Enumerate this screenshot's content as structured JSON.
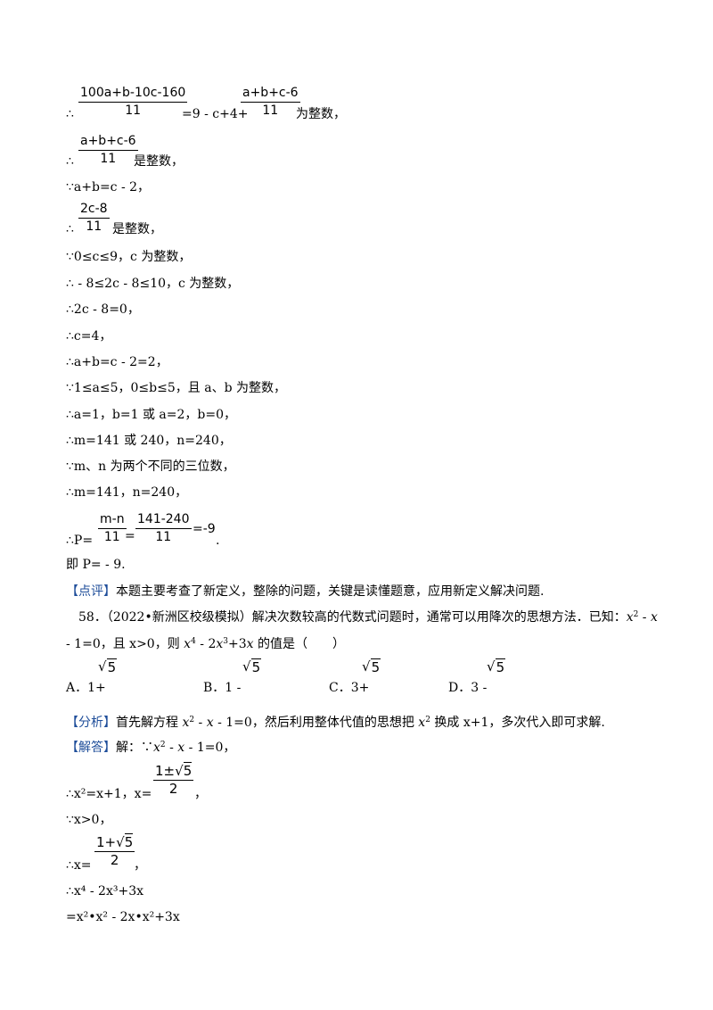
{
  "therefore": "∴",
  "because": "∵",
  "frac1": {
    "num": "100a+b-10c-160",
    "den": "11"
  },
  "line1_mid": "=9 - c+4+",
  "frac2": {
    "num": "a+b+c-6",
    "den": "11"
  },
  "line1_end": "为整数，",
  "frac3": {
    "num": "a+b+c-6",
    "den": "11"
  },
  "line2_end": "是整数，",
  "line3": "∵a+b=c - 2，",
  "frac4": {
    "num": "2c-8",
    "den": "11"
  },
  "line4_end": "是整数，",
  "line5": "∵0≤c≤9，c 为整数，",
  "line6": "∴ - 8≤2c - 8≤10，c 为整数，",
  "line7": "∴2c - 8=0，",
  "line8": "∴c=4，",
  "line9": "∴a+b=c - 2=2，",
  "line10": "∵1≤a≤5，0≤b≤5，且 a、b 为整数，",
  "line11": "∴a=1，b=1 或 a=2，b=0，",
  "line12": "∴m=141 或 240，n=240，",
  "line13": "∵m、n 为两个不同的三位数，",
  "line14": "∴m=141，n=240，",
  "line15_start": "∴P=",
  "frac5": {
    "num": "m-n",
    "den": "11"
  },
  "eq": "=",
  "frac6": {
    "num": "141-240",
    "den": "11"
  },
  "frac6_end": "=-9",
  "line15_end": ".",
  "line16": "即 P= - 9.",
  "comment_tag": "【点评】",
  "comment_text": "本题主要考查了新定义，整除的问题，关键是读懂题意，应用新定义解决问题.",
  "q_number": "58．",
  "q_text_a": "（2022•新洲区校级模拟）解决次数较高的代数式问题时，通常可以用降次的思想方法．已知：",
  "q_text_b": "- 1=0，且 x>0，则 ",
  "q_text_b2": "的值是（　　）",
  "options": [
    {
      "label": "A．1+",
      "rad": "5"
    },
    {
      "label": "B．1 -",
      "rad": "5"
    },
    {
      "label": "C．3+",
      "rad": "5"
    },
    {
      "label": "D．3 -",
      "rad": "5"
    }
  ],
  "analysis_tag": "【分析】",
  "analysis_text_a": "首先解方程 ",
  "analysis_text_b": "，然后利用整体代值的思想把 ",
  "analysis_text_c": "换成 x+1，多次代入即可求解.",
  "answer_tag": "【解答】",
  "answer_text": "解：∵",
  "ans_frac1": {
    "num_a": "1±",
    "rad": "5",
    "den": "2"
  },
  "ans_line2_start": "∴x²=x+1，x=",
  "ans_line2_end": "，",
  "ans_line3": "∵x>0，",
  "ans_frac2": {
    "num_a": "1+",
    "rad": "5",
    "den": "2"
  },
  "ans_line4_start": "∴x=",
  "ans_line4_end": "，",
  "ans_line5": "∴x⁴ - 2x³+3x",
  "ans_line6": "=x²•x² - 2x•x²+3x"
}
